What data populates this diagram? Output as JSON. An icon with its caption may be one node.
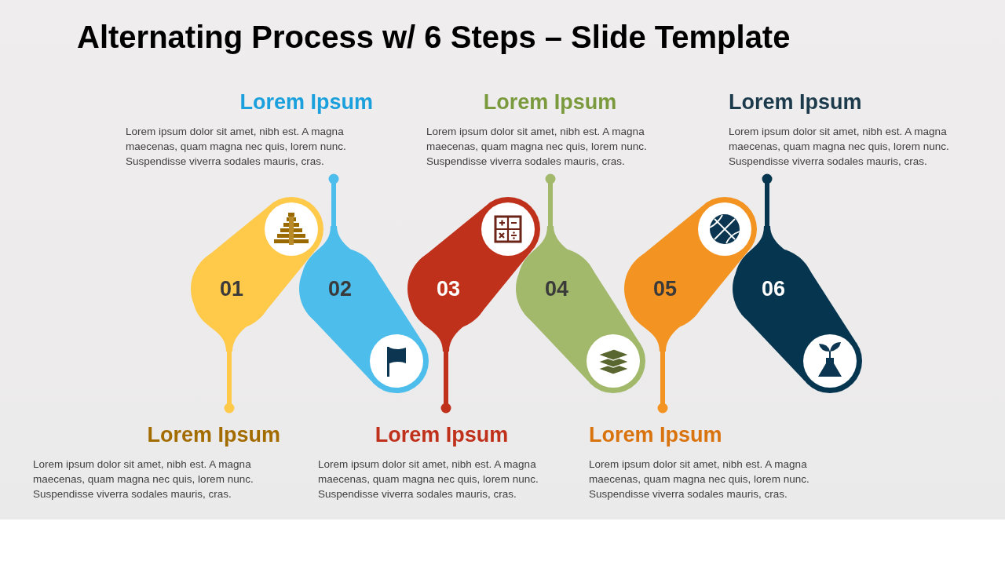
{
  "diagram": {
    "title": "Alternating Process w/ 6 Steps – Slide Template",
    "nodes": [
      {
        "text": [
          "Lorem Ipsum",
          "Lorem ipsum dolor sit amet, nibh est. A magna maecenas, quam magna nec quis, lorem nunc. Suspendisse viverra sodales mauris, cras."
        ]
      },
      {
        "text": [
          "Lorem Ipsum",
          "Lorem ipsum dolor sit amet, nibh est. A magna maecenas, quam magna nec quis, lorem nunc. Suspendisse viverra sodales mauris, cras."
        ]
      },
      {
        "text": [
          "Lorem Ipsum",
          "Lorem ipsum dolor sit amet, nibh est. A magna maecenas, quam magna nec quis, lorem nunc. Suspendisse viverra sodales mauris, cras."
        ]
      },
      {
        "text": [
          "01"
        ]
      },
      {
        "text": [
          "02"
        ]
      },
      {
        "text": [
          "03"
        ]
      },
      {
        "text": [
          "04"
        ]
      },
      {
        "text": [
          "05"
        ]
      },
      {
        "text": [
          "06"
        ]
      },
      {
        "text": [
          "Lorem Ipsum",
          "Lorem ipsum dolor sit amet, nibh est. A magna maecenas, quam magna nec quis, lorem nunc. Suspendisse viverra sodales mauris, cras."
        ]
      },
      {
        "text": [
          "Lorem Ipsum",
          "Lorem ipsum dolor sit amet, nibh est. A magna maecenas, quam magna nec quis, lorem nunc. Suspendisse viverra sodales mauris, cras."
        ]
      },
      {
        "text": [
          "Lorem Ipsum",
          "Lorem ipsum dolor sit amet, nibh est. A magna maecenas, quam magna nec quis, lorem nunc. Suspendisse viverra sodales mauris, cras."
        ]
      }
    ],
    "edges": [
      {
        "from": 4,
        "to": 0,
        "arrow": "other",
        "color": "#4dbdeb"
      },
      {
        "from": 6,
        "to": 1,
        "arrow": "other",
        "color": "#a2b86a"
      },
      {
        "from": 8,
        "to": 2,
        "arrow": "other",
        "color": "#06354f"
      },
      {
        "from": 3,
        "to": 9,
        "arrow": "other",
        "color": "#ffc94a"
      },
      {
        "from": 5,
        "to": 10,
        "arrow": "other",
        "color": "#c0311b"
      },
      {
        "from": 7,
        "to": 11,
        "arrow": "other",
        "color": "#f39321"
      }
    ]
  }
}
